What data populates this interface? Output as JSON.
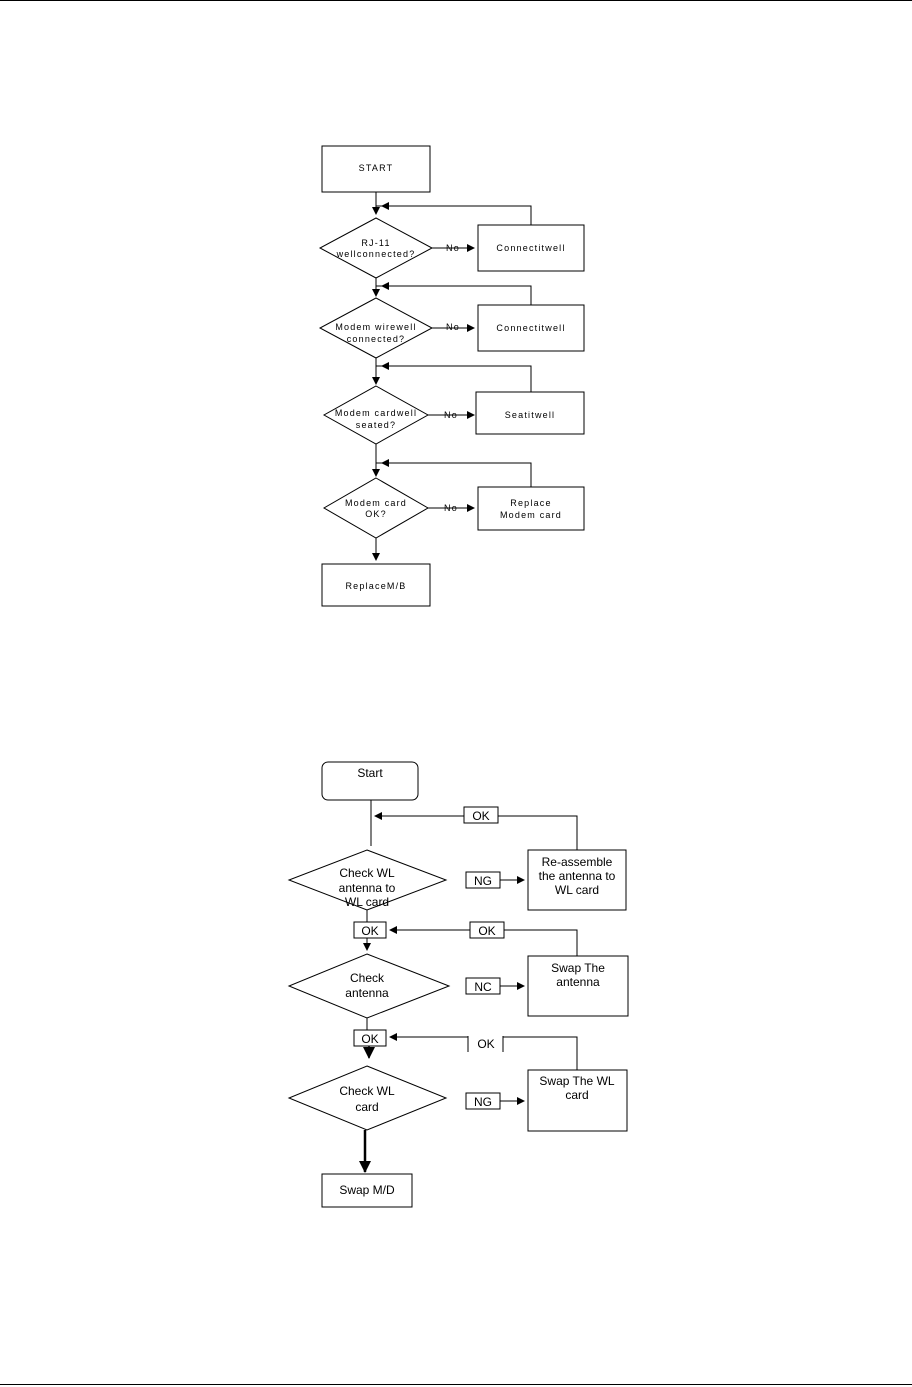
{
  "modem_flow": {
    "start": "START",
    "q1": [
      "RJ-11",
      "wellconnected?"
    ],
    "q2": [
      "Modem wirewell",
      "connected?"
    ],
    "q3": [
      "Modem cardwell",
      "seated?"
    ],
    "q4": [
      "Modem card",
      "OK?"
    ],
    "a1": "Connectitwell",
    "a2": "Connectitwell",
    "a3": "Seatitwell",
    "a4": [
      "Replace",
      "Modem card"
    ],
    "no": "No",
    "end": "ReplaceM/B"
  },
  "wl_flow": {
    "start": "Start",
    "q1": [
      "Check WL",
      "antenna to",
      "WL card"
    ],
    "q2": [
      "Check",
      "antenna"
    ],
    "q3": [
      "Check WL",
      "card"
    ],
    "a1": [
      "Re-assemble",
      "the antenna to",
      "WL card"
    ],
    "a2": [
      "Swap The",
      "antenna"
    ],
    "a3": [
      "Swap The WL",
      "card"
    ],
    "ok": "OK",
    "ng1": "NG",
    "ng2": "NC",
    "ng3": "NG",
    "end": "Swap M/D"
  }
}
